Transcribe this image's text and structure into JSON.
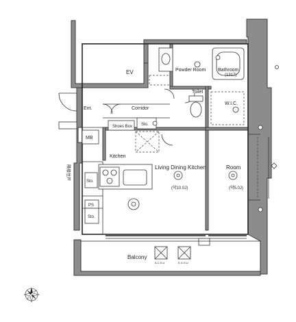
{
  "rooms": {
    "ev": "EV",
    "powder_room": "Powder Room",
    "bathroom": "Bathroom",
    "bathroom_size": "(1317)",
    "toilet": "Toilet",
    "wic": "W.I.C.",
    "ent": "Ent.",
    "corridor": "Corridor",
    "sto": "Sto.",
    "shoes_box": "Shoes Box",
    "mb": "MB",
    "kitchen": "Kitchen",
    "ldk": "Living Dining Kitchen",
    "ldk_size": "(약10.0J)",
    "room": "Room",
    "room_size": "(약5.0J)",
    "ps": "PS",
    "sto2": "Sto.",
    "sto3": "Sto.",
    "balcony": "Balcony",
    "side_label": "隣接住戸",
    "ac1": "A.C.S.U",
    "ac2": "E.G.S.U"
  },
  "compass_icon": "compass-rose-icon"
}
